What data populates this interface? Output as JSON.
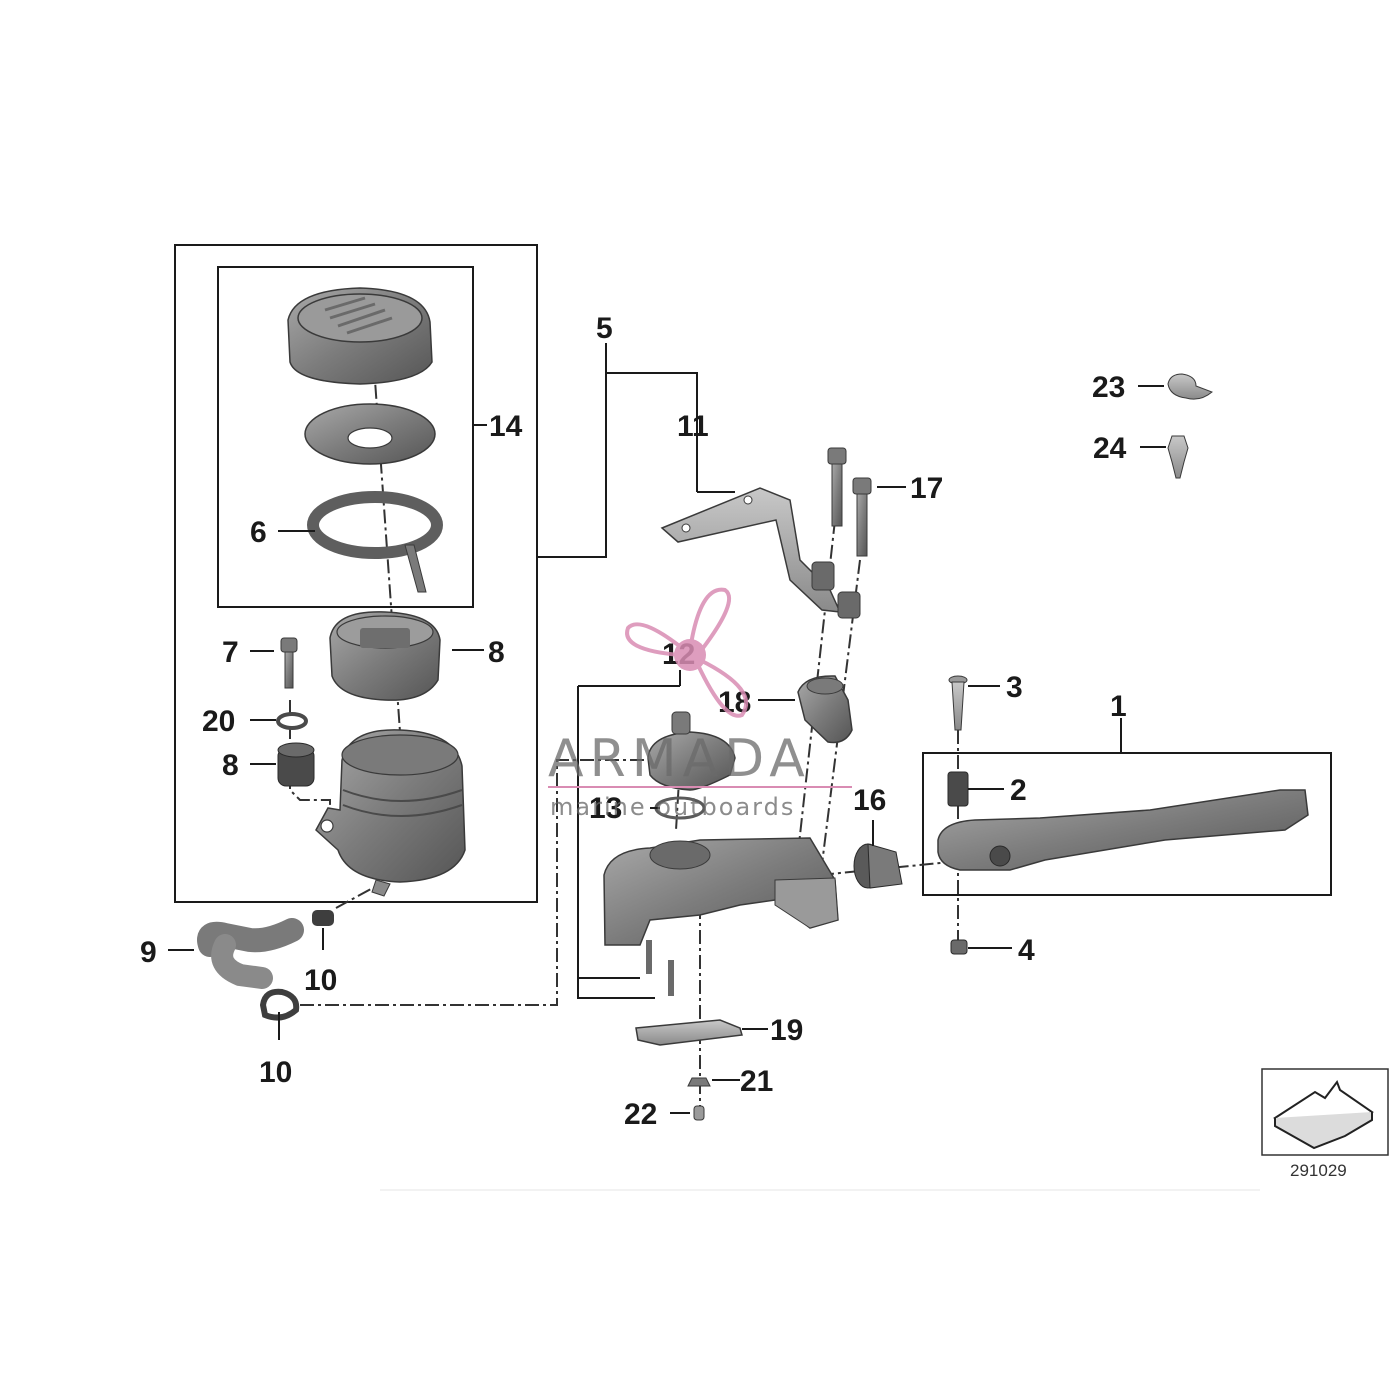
{
  "callouts": {
    "c1": "1",
    "c2": "2",
    "c3": "3",
    "c4": "4",
    "c5": "5",
    "c6": "6",
    "c7": "7",
    "c8a": "8",
    "c8b": "8",
    "c9": "9",
    "c10a": "10",
    "c10b": "10",
    "c11": "11",
    "c12": "12",
    "c13": "13",
    "c14": "14",
    "c16": "16",
    "c17": "17",
    "c18": "18",
    "c19": "19",
    "c20": "20",
    "c21": "21",
    "c22": "22",
    "c23": "23",
    "c24": "24"
  },
  "reference_number": "291029",
  "watermark": {
    "brand": "ARMADA",
    "tagline": "marine outboards",
    "icon": "propeller-logo-icon",
    "color": "#d98cb3"
  },
  "colors": {
    "part_dark": "#6b6b6b",
    "part_mid": "#8e8e8e",
    "part_light": "#b5b5b5",
    "line": "#1a1a1a"
  }
}
